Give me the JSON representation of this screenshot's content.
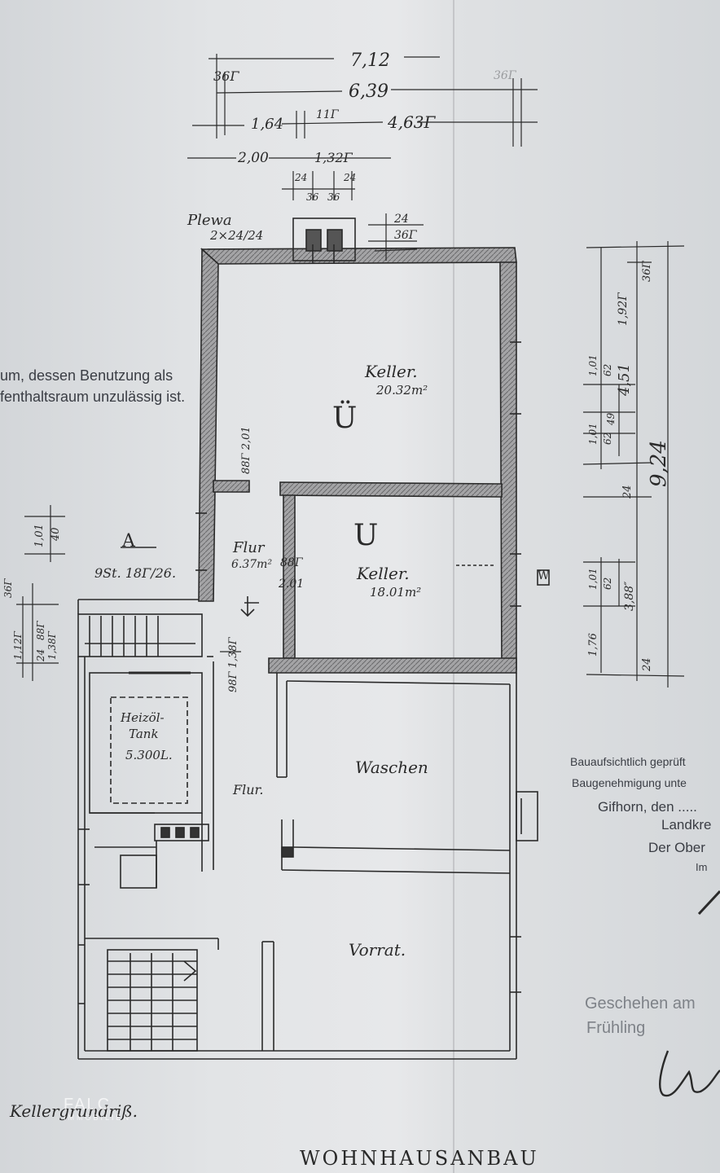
{
  "dimensions": {
    "top_total": "7,12",
    "second": "6,39",
    "d36_top_left": "36Γ",
    "d36_top_right": "36Γ",
    "d164": "1,64",
    "d115": "11Γ",
    "d4635": "4,63Γ",
    "d200": "2,00",
    "d1325": "1,32Γ",
    "d24a": "24",
    "d24b": "24",
    "d36a": "36",
    "d36b": "36",
    "d24_chimney": "24",
    "d36_chimney": "36Γ",
    "right_total": "9,24",
    "right_451": "4,51",
    "right_1925": "1,92Γ",
    "right_101_a": "1,01",
    "right_62_a": "62",
    "right_49": "49",
    "right_101_b": "1,01",
    "right_62_b": "62",
    "right_24_a": "24",
    "right_388": "3,88″",
    "right_101_c": "1,01",
    "right_62_c": "62",
    "right_176": "1,76",
    "right_24_b": "24",
    "right_365": "36Γ",
    "left_window": "1,01",
    "left_window_h": "40",
    "left_365": "36Γ",
    "left_1125": "1,12Γ",
    "left_135": "1,38Γ",
    "left_885": "88Γ",
    "left_24": "24",
    "door_885_upper": "88Γ",
    "door_201_upper": "2,01",
    "door_885_lower": "88Γ",
    "door_201_lower": "2.01",
    "door_985": "98Γ",
    "door_1385": "1,38Γ",
    "stairs": "9St. 18Γ/26."
  },
  "rooms": {
    "keller1_label": "Keller.",
    "keller1_area": "20.32m²",
    "keller1_mark": "Ü",
    "keller2_label": "Keller.",
    "keller2_area": "18.01m²",
    "keller2_mark": "U",
    "flur_upper": "Flur",
    "flur_upper_area": "6.37m²",
    "flur_lower": "Flur.",
    "waschen": "Waschen",
    "vorrat": "Vorrat.",
    "tank_line1": "Heizöl-",
    "tank_line2": "Tank",
    "tank_line3": "5.300L.",
    "plewa": "Plewa",
    "plewa_dims": "2×24/24",
    "section_mark": "A"
  },
  "notes": {
    "left_line1": "um, dessen Benutzung als",
    "left_line2": "fenthaltsraum unzulässig ist.",
    "right_line1": "Bauaufsichtlich geprüft",
    "right_line2": "Baugenehmigung unte",
    "right_line3": "Gifhorn, den .....",
    "right_line4": "Landkre",
    "right_line5": "Der Ober",
    "right_line6": "Im",
    "stamp_faint1": "Geschehen am",
    "stamp_faint2": "Frühling",
    "caption": "Kellergrundriß.",
    "footer": "WOHNHAUSANBAU",
    "logo_name": "FALC",
    "logo_sub": "IMMOBILIEN",
    "vent_mark": "W"
  },
  "colors": {
    "ink": "#2a2a2a",
    "wall_fill": "#8f8f91",
    "paper": "#e2e4e6"
  }
}
